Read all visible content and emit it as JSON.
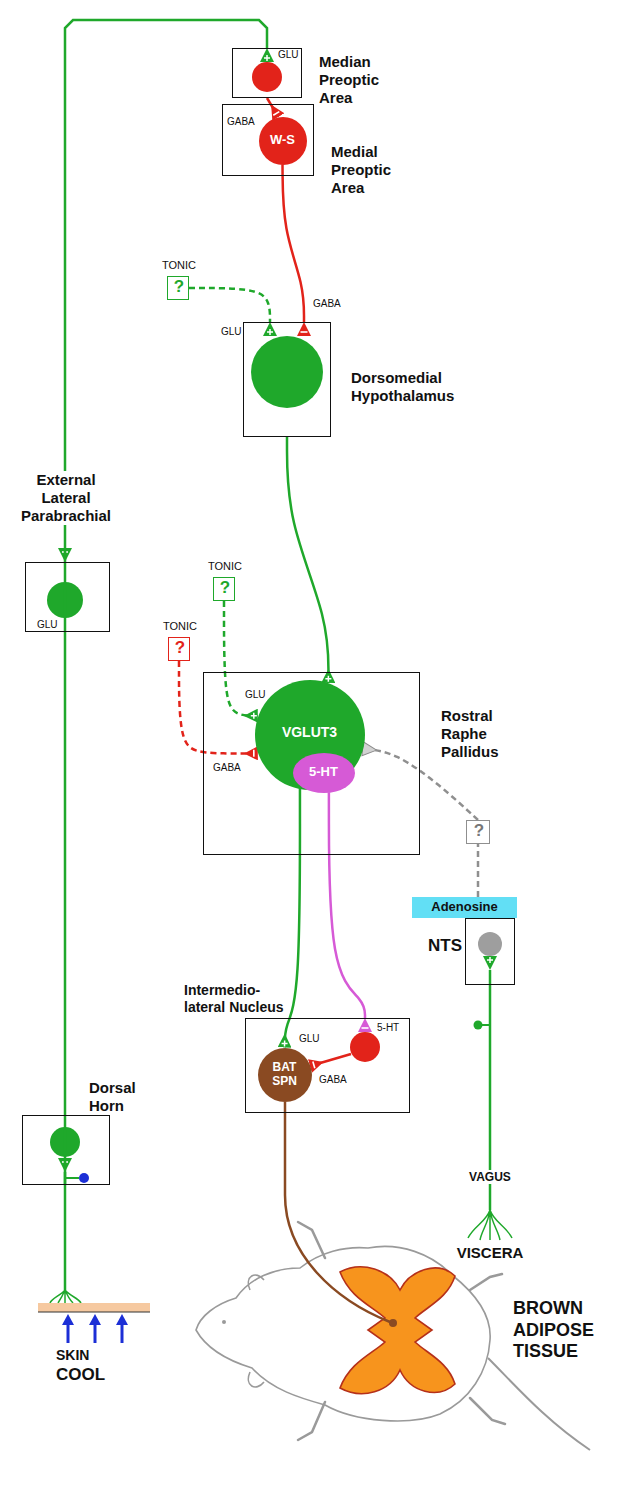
{
  "diagram": {
    "nodes": [
      {
        "text": [
          "Median Preoptic Area"
        ]
      },
      {
        "text": [
          "Medial Preoptic Area"
        ]
      },
      {
        "text": [
          "W-S"
        ],
        "in": 1
      },
      {
        "text": [
          "TONIC",
          "?"
        ]
      },
      {
        "text": [
          "Dorsomedial Hypothalamus"
        ]
      },
      {
        "text": [
          "External Lateral Parabrachial"
        ]
      },
      {
        "text": [
          "TONIC",
          "?"
        ]
      },
      {
        "text": [
          "TONIC",
          "?"
        ]
      },
      {
        "text": [
          "Rostral Raphe Pallidus"
        ]
      },
      {
        "text": [
          "VGLUT3"
        ],
        "in": 8
      },
      {
        "text": [
          "5-HT"
        ],
        "in": 9
      },
      {
        "text": [
          "?"
        ]
      },
      {
        "text": [
          "Adenosine"
        ]
      },
      {
        "text": [
          "NTS"
        ]
      },
      {
        "text": [
          "Intermedio-lateral Nucleus"
        ]
      },
      {
        "text": [
          "BAT SPN"
        ],
        "in": 14
      },
      {
        "text": [
          "Dorsal Horn"
        ]
      }
    ],
    "edges": [
      {
        "from": 16,
        "to": 5,
        "arrow": "to"
      },
      {
        "from": 5,
        "to": 0,
        "arrow": "to"
      },
      {
        "from": 0,
        "to": 2,
        "arrow": "to"
      },
      {
        "from": 2,
        "to": 4,
        "arrow": "to"
      },
      {
        "from": 3,
        "to": 4,
        "arrow": "to"
      },
      {
        "from": 4,
        "to": 9,
        "arrow": "to"
      },
      {
        "from": 7,
        "to": 9,
        "arrow": "to"
      },
      {
        "from": 6,
        "to": 9,
        "arrow": "to"
      },
      {
        "from": 12,
        "to": 11,
        "arrow": "none"
      },
      {
        "from": 11,
        "to": 9,
        "arrow": "to"
      },
      {
        "from": 9,
        "to": 15,
        "arrow": "to"
      },
      {
        "from": 10,
        "to": 14,
        "arrow": "to"
      }
    ],
    "labels": [
      "GLU",
      "GABA",
      "GABA",
      "GLU",
      "GLU",
      "GLU",
      "GABA",
      "GLU",
      "5-HT",
      "GABA",
      "VAGUS",
      "VISCERA",
      "SKIN",
      "COOL",
      "BROWN ADIPOSE TISSUE"
    ]
  }
}
